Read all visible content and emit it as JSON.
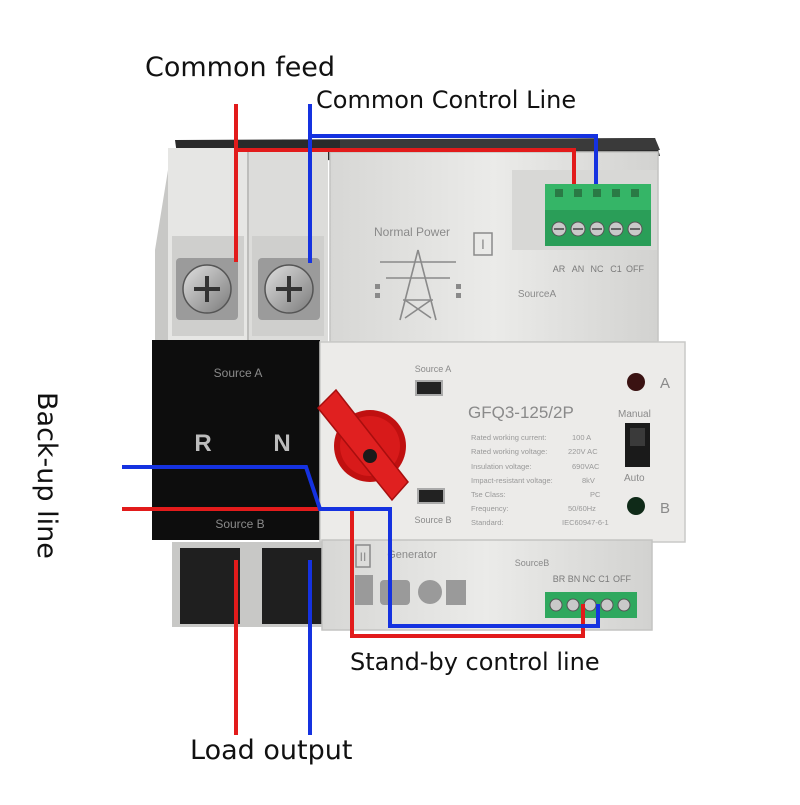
{
  "callouts": {
    "common_feed": "Common feed",
    "common_control_line": "Common Control Line",
    "backup_line": "Back-up line",
    "standby_control_line": "Stand-by control line",
    "load_output": "Load output"
  },
  "device": {
    "model": "GFQ3-125/2P",
    "top_panel": {
      "label": "Normal Power",
      "roman": "I",
      "source": "SourceA"
    },
    "bottom_panel": {
      "label": "Generator",
      "roman": "II",
      "source": "SourceB"
    },
    "terminal_a": [
      "AR",
      "AN",
      "NC",
      "C1",
      "OFF"
    ],
    "terminal_b": [
      "BR",
      "BN",
      "NC",
      "C1",
      "OFF"
    ],
    "front_black": {
      "source_a": "Source A",
      "source_b": "Source B",
      "r": "R",
      "n": "N"
    },
    "window_a": "Source A",
    "window_b": "Source B",
    "indicator_a": "A",
    "indicator_b": "B",
    "switch_manual": "Manual",
    "switch_auto": "Auto",
    "specs": [
      {
        "label": "Rated working current:",
        "value": "100 A"
      },
      {
        "label": "Rated working voltage:",
        "value": "220V AC"
      },
      {
        "label": "Insulation voltage:",
        "value": "690VAC"
      },
      {
        "label": "Impact-resistant voltage:",
        "value": "8kV"
      },
      {
        "label": "Tse Class:",
        "value": "PC"
      },
      {
        "label": "Frequency:",
        "value": "50/60Hz"
      },
      {
        "label": "Standard:",
        "value": "IEC60947-6-1"
      }
    ]
  },
  "colors": {
    "red_wire": "#e21b1b",
    "blue_wire": "#1532e0",
    "body": "#e4e4e2",
    "black_cover": "#0b0b0b",
    "terminal_green": "#2fb060",
    "knob_red": "#d41515"
  }
}
